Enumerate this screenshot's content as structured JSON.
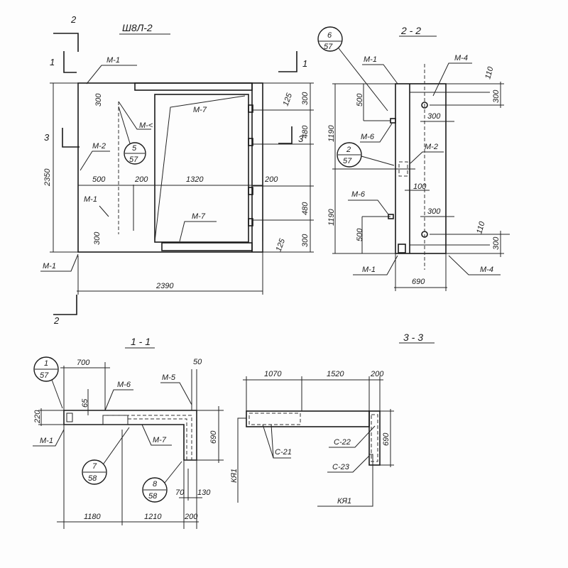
{
  "view_plan": {
    "title": "Ш8Л-2",
    "section_marks": {
      "s2_top": "2",
      "s1_left": "1",
      "s1_right": "1",
      "s3_left": "3",
      "s3_right": "3",
      "s2_bottom": "2"
    },
    "labels": {
      "m1_top": "М-1",
      "m7_top": "М-7",
      "m_small": "М-<",
      "m2": "М-2",
      "m1_mid": "М-1",
      "m7_bottom": "М-7",
      "m1_bottom": "М-1"
    },
    "bubble": {
      "top": "5",
      "bottom": "57"
    },
    "dims": {
      "height": "2350",
      "width": "2390",
      "d500": "500",
      "d200a": "200",
      "d1320": "1320",
      "d200b": "200",
      "left300a": "300",
      "left300b": "300",
      "r300a": "300",
      "r480a": "480",
      "r480b": "480",
      "r300b": "300",
      "r125a": "125",
      "r125b": "125"
    }
  },
  "view_22": {
    "title": "2 - 2",
    "labels": {
      "m1_top": "М-1",
      "m4_top": "М-4",
      "m6_top": "М-6",
      "m2": "М-2",
      "m6_bottom": "М-6",
      "m1_bottom": "М-1",
      "m4_bottom": "М-4"
    },
    "bubbles": [
      {
        "top": "6",
        "bottom": "57"
      },
      {
        "top": "2",
        "bottom": "57"
      }
    ],
    "dims": {
      "h1190a": "1190",
      "h1190b": "1190",
      "d500a": "500",
      "d500b": "500",
      "d300a": "300",
      "d300b": "300",
      "d110a": "110",
      "d110b": "110",
      "d300c": "300",
      "d300d": "300",
      "d100": "100",
      "width": "690"
    }
  },
  "view_11": {
    "title": "1 - 1",
    "labels": {
      "m1": "М-1",
      "m6": "М-6",
      "m5": "М-5",
      "m7": "М-7"
    },
    "bubbles": [
      {
        "top": "1",
        "bottom": "57"
      },
      {
        "top": "7",
        "bottom": "58"
      },
      {
        "top": "8",
        "bottom": "58"
      }
    ],
    "dims": {
      "d700": "700",
      "d65": "65",
      "d50": "50",
      "d220": "220",
      "d690": "690",
      "d70": "70",
      "d130": "130",
      "d1180": "1180",
      "d1210": "1210",
      "d200": "200"
    }
  },
  "view_33": {
    "title": "3 - 3",
    "labels": {
      "c21": "С-21",
      "c22": "С-22",
      "c23": "С-23",
      "kya_side": "КЯ1",
      "kya_bottom": "КЯ1"
    },
    "dims": {
      "d1070": "1070",
      "d1520": "1520",
      "d200": "200",
      "d690": "690"
    }
  }
}
